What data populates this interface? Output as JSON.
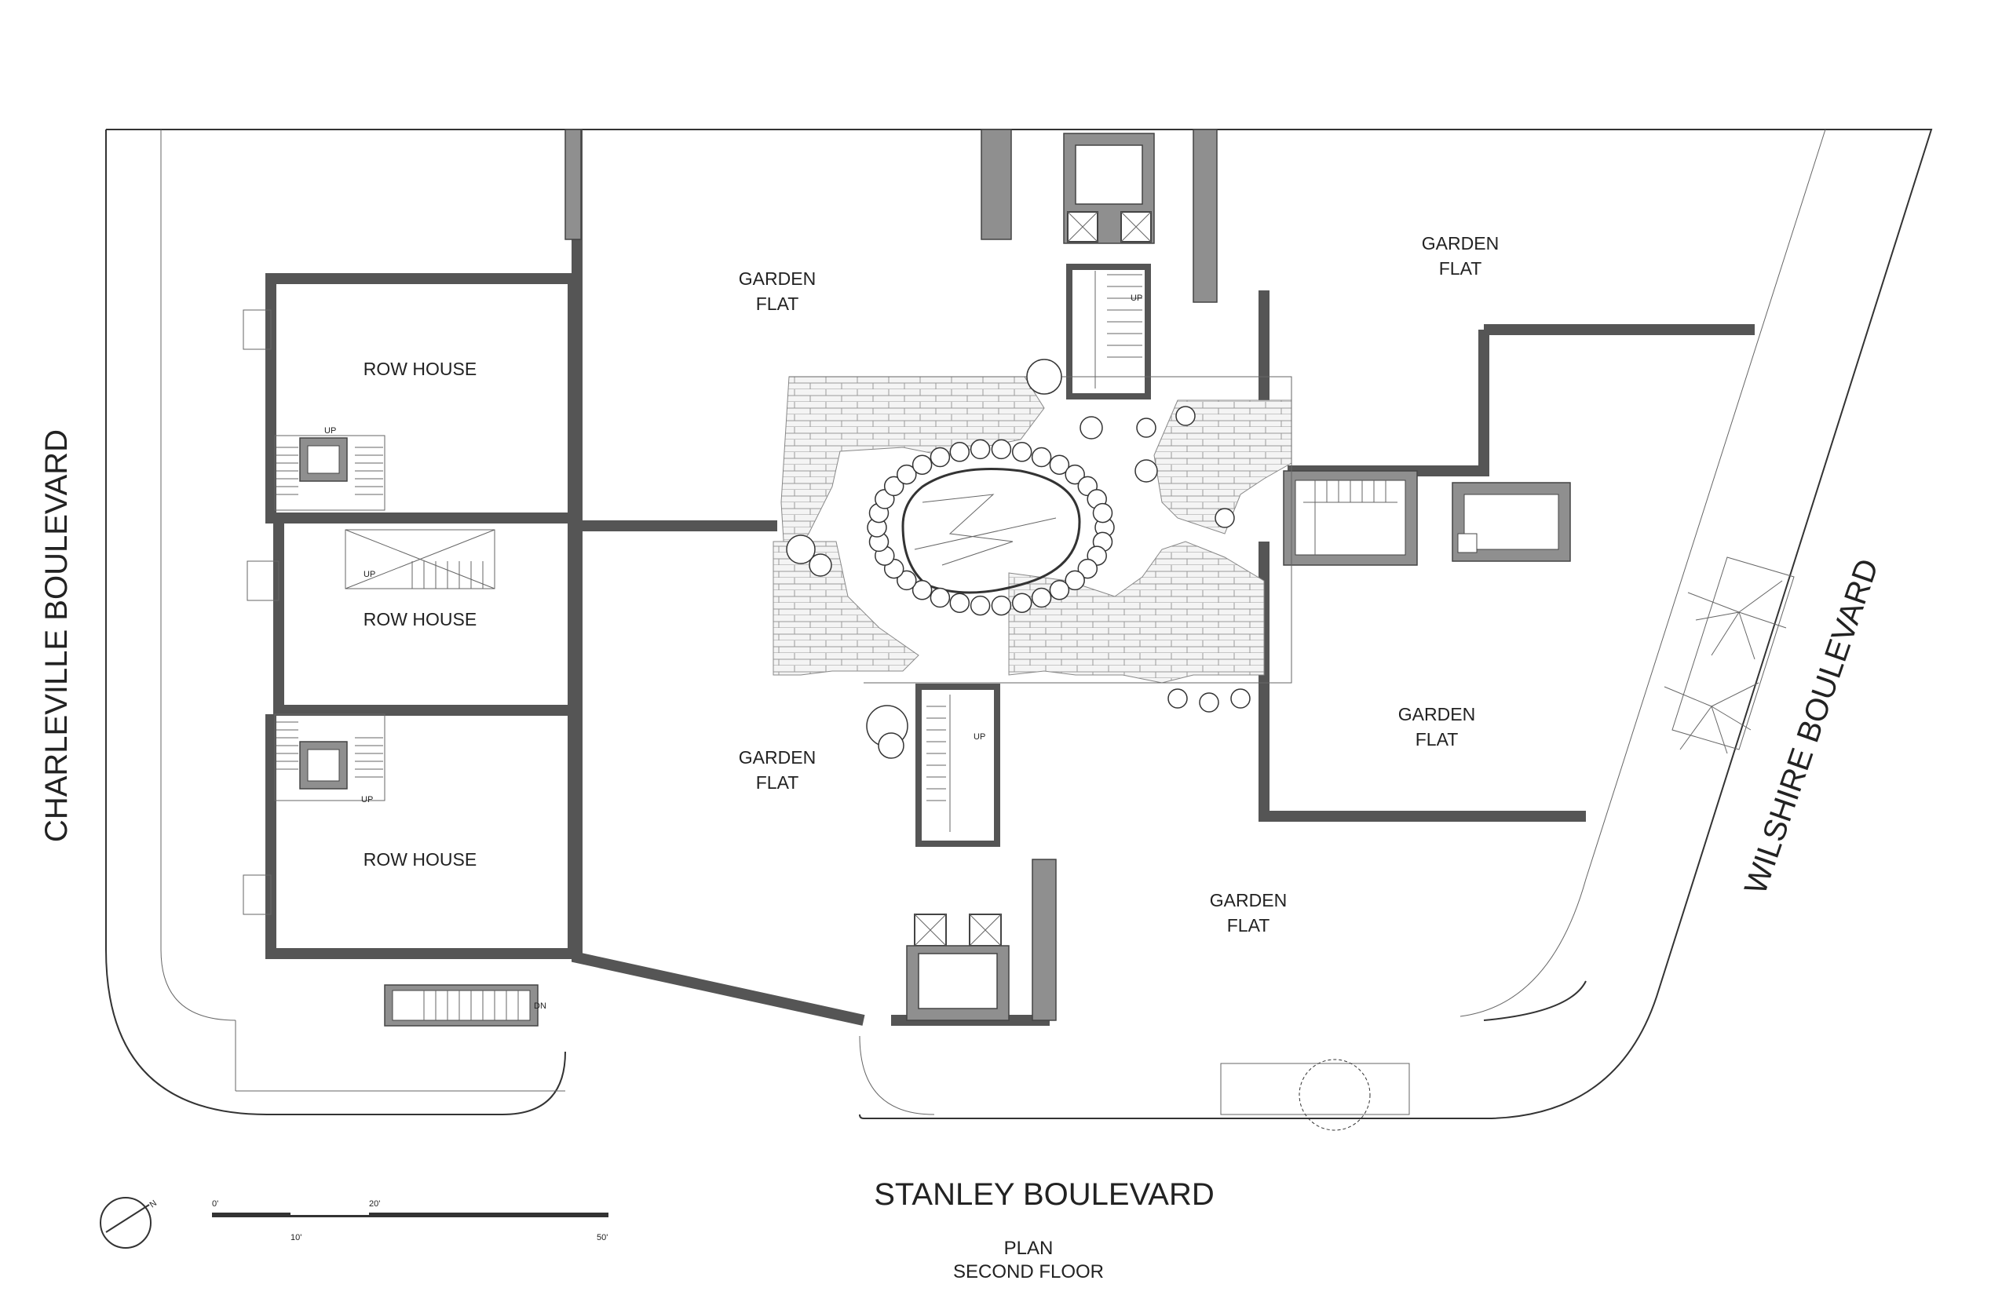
{
  "rooms": {
    "row_house_1": "ROW HOUSE",
    "row_house_2": "ROW HOUSE",
    "row_house_3": "ROW HOUSE",
    "garden_flat_1": [
      "GARDEN",
      "FLAT"
    ],
    "garden_flat_2": [
      "GARDEN",
      "FLAT"
    ],
    "garden_flat_3": [
      "GARDEN",
      "FLAT"
    ],
    "garden_flat_4": [
      "GARDEN",
      "FLAT"
    ],
    "garden_flat_5": [
      "GARDEN",
      "FLAT"
    ]
  },
  "streets": {
    "west": "CHARLEVILLE BOULEVARD",
    "south": "STANLEY BOULEVARD",
    "east": "WILSHIRE BOULEVARD"
  },
  "stairs": {
    "up": "UP",
    "down": "DN"
  },
  "scale": {
    "t0": "0'",
    "t10": "10'",
    "t20": "20'",
    "t50": "50'"
  },
  "north": "N",
  "title": {
    "line1": "PLAN",
    "line2": "SECOND FLOOR"
  },
  "colors": {
    "wall": "#8f8f8f",
    "line": "#333333",
    "paper": "#ffffff"
  }
}
